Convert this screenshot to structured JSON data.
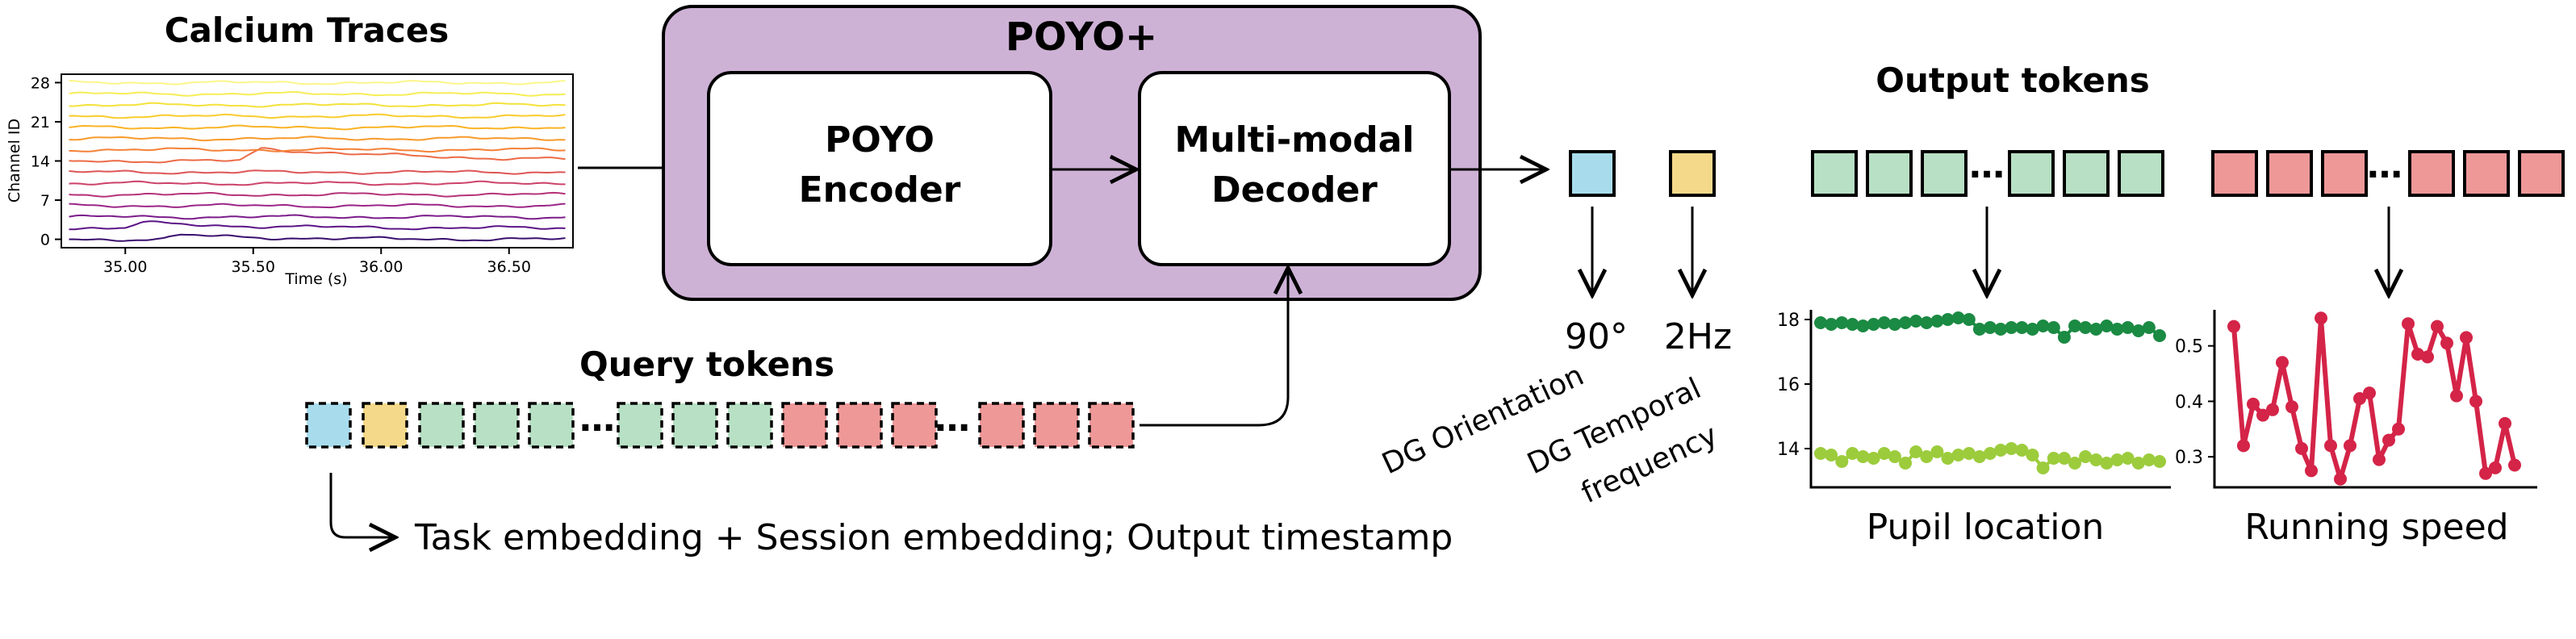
{
  "titles": {
    "calcium": "Calcium Traces",
    "model": "POYO+",
    "output_tokens": "Output tokens",
    "query_tokens": "Query tokens"
  },
  "blocks": {
    "encoder": [
      "POYO",
      "Encoder"
    ],
    "decoder": [
      "Multi-modal",
      "Decoder"
    ]
  },
  "query_caption": "Task embedding + Session embedding; Output timestamp",
  "ellipsis": "…",
  "outputs": {
    "orientation_value": "90°",
    "orientation_label": "DG Orientation",
    "temporal_value": "2Hz",
    "temporal_label_1": "DG Temporal",
    "temporal_label_2": "frequency",
    "pupil_label": "Pupil location",
    "running_label": "Running speed"
  },
  "colors": {
    "purple_box": "#ceb2d6",
    "blue_token": "#a8dcec",
    "yellow_token": "#f5d98a",
    "green_token": "#b8e0c4",
    "red_token": "#ee9898",
    "pupil_dark": "#1b8a43",
    "pupil_light": "#9ccc3c",
    "running": "#d42448"
  },
  "chart_data": [
    {
      "type": "line",
      "title": "Calcium Traces",
      "xlabel": "Time (s)",
      "ylabel": "Channel ID",
      "xlim": [
        34.75,
        36.75
      ],
      "ylim": [
        -1.5,
        29.5
      ],
      "xticks": [
        "35.00",
        "35.50",
        "36.00",
        "36.50"
      ],
      "xtick_values": [
        35.0,
        35.5,
        36.0,
        36.5
      ],
      "yticks": [
        "0",
        "7",
        "14",
        "21",
        "28"
      ],
      "ytick_values": [
        0,
        7,
        14,
        21,
        28
      ],
      "channel_offsets": [
        0,
        2,
        4,
        6,
        8,
        10,
        12,
        14,
        16,
        18,
        20,
        22,
        24,
        26,
        28
      ],
      "colormap": [
        "#3a0f6e",
        "#5b1486",
        "#7b1c8a",
        "#9b2687",
        "#b53279",
        "#cc4268",
        "#de5556",
        "#ec6a46",
        "#f48136",
        "#f89a2a",
        "#fab325",
        "#f9cc2d",
        "#f4e23b",
        "#f6ee56",
        "#fcf58a"
      ]
    },
    {
      "type": "scatter",
      "xlabel": "Pupil location",
      "ylim": [
        12.8,
        18.3
      ],
      "yticks": [
        "18",
        "16",
        "14"
      ],
      "ytick_values": [
        18,
        16,
        14
      ],
      "series": [
        {
          "values": [
            17.9,
            17.85,
            17.9,
            17.85,
            17.8,
            17.85,
            17.9,
            17.85,
            17.9,
            17.95,
            17.9,
            17.95,
            18.0,
            18.05,
            18.0,
            17.7,
            17.75,
            17.7,
            17.75,
            17.75,
            17.7,
            17.8,
            17.75,
            17.45,
            17.8,
            17.75,
            17.7,
            17.8,
            17.7,
            17.75,
            17.65,
            17.75,
            17.5
          ]
        },
        {
          "values": [
            13.85,
            13.8,
            13.6,
            13.85,
            13.75,
            13.7,
            13.85,
            13.75,
            13.55,
            13.9,
            13.75,
            13.9,
            13.7,
            13.8,
            13.85,
            13.75,
            13.85,
            13.95,
            14.0,
            13.95,
            13.8,
            13.4,
            13.7,
            13.7,
            13.55,
            13.75,
            13.65,
            13.55,
            13.65,
            13.7,
            13.55,
            13.65,
            13.6
          ]
        }
      ]
    },
    {
      "type": "line",
      "xlabel": "Running speed",
      "ylim": [
        0.245,
        0.565
      ],
      "yticks": [
        "0.5",
        "0.4",
        "0.3"
      ],
      "ytick_values": [
        0.5,
        0.4,
        0.3
      ],
      "values": [
        0.535,
        0.32,
        0.395,
        0.375,
        0.385,
        0.47,
        0.39,
        0.315,
        0.275,
        0.55,
        0.32,
        0.26,
        0.32,
        0.405,
        0.415,
        0.295,
        0.33,
        0.35,
        0.54,
        0.485,
        0.48,
        0.535,
        0.505,
        0.41,
        0.515,
        0.4,
        0.27,
        0.28,
        0.36,
        0.285
      ]
    }
  ]
}
